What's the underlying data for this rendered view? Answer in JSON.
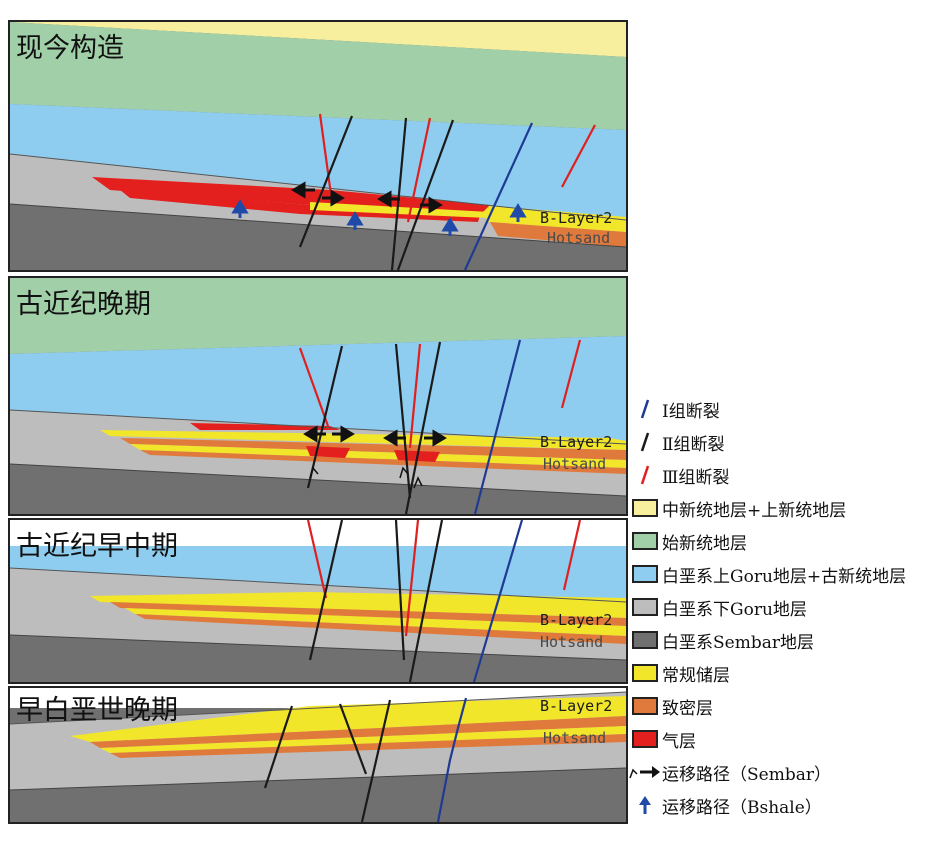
{
  "panels": [
    {
      "title": "现今构造",
      "label_b": "B-Layer2",
      "label_h": "Hotsand"
    },
    {
      "title": "古近纪晚期",
      "label_b": "B-Layer2",
      "label_h": "Hotsand"
    },
    {
      "title": "古近纪早中期",
      "label_b": "B-Layer2",
      "label_h": "Hotsand"
    },
    {
      "title": "早白垩世晚期",
      "label_b": "B-Layer2",
      "label_h": "Hotsand"
    }
  ],
  "legend": [
    {
      "label": "Ⅰ组断裂",
      "kind": "fault",
      "color": "#1f3a93"
    },
    {
      "label": "Ⅱ组断裂",
      "kind": "fault",
      "color": "#1a1a1a"
    },
    {
      "label": "Ⅲ组断裂",
      "kind": "fault",
      "color": "#e02020"
    },
    {
      "label": "中新统地层+上新统地层",
      "kind": "swatch",
      "color": "#f7ef9d"
    },
    {
      "label": "始新统地层",
      "kind": "swatch",
      "color": "#a0cfa8"
    },
    {
      "label": "白垩系上Goru地层+古新统地层",
      "kind": "swatch",
      "color": "#8ecdf0"
    },
    {
      "label": "白垩系下Goru地层",
      "kind": "swatch",
      "color": "#bdbdbd"
    },
    {
      "label": "白垩系Sembar地层",
      "kind": "swatch",
      "color": "#707070"
    },
    {
      "label": "常规储层",
      "kind": "swatch",
      "color": "#f2e62a"
    },
    {
      "label": "致密层",
      "kind": "swatch",
      "color": "#e07a3c"
    },
    {
      "label": "气层",
      "kind": "swatch",
      "color": "#e4201e"
    },
    {
      "label": "运移路径（Sembar）",
      "kind": "arrow-black",
      "color": "#111111"
    },
    {
      "label": "运移路径（Bshale）",
      "kind": "arrow-blue",
      "color": "#1f4aa8"
    }
  ]
}
